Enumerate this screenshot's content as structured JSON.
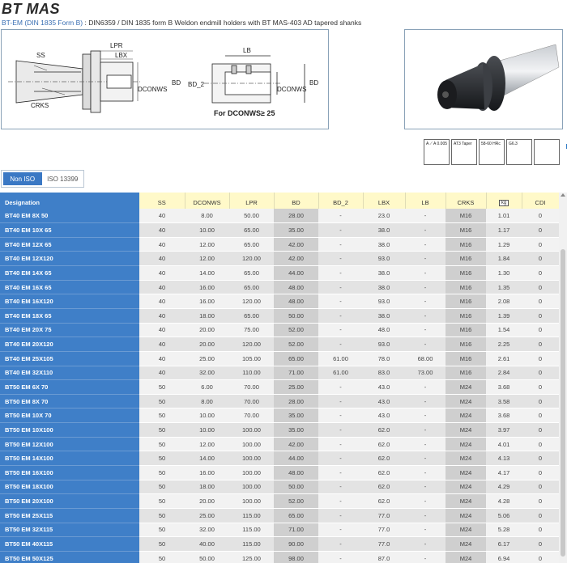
{
  "header": {
    "title": "BT MAS",
    "subtitle_code": "BT-EM (DIN 1835 Form B)",
    "subtitle_sep": " : ",
    "subtitle_desc": "DIN6359 / DIN 1835 form B Weldon endmill holders with BT MAS-403 AD tapered shanks"
  },
  "drawing": {
    "labels": {
      "ss": "SS",
      "lpr": "LPR",
      "lbx": "LBX",
      "bd": "BD",
      "dconws": "DCONWS",
      "crks": "CRKS",
      "lb": "LB",
      "bd2": "BD_2",
      "dconws2": "DCONWS",
      "bd3": "BD"
    },
    "note": "For DCONWS≥ 25"
  },
  "features": {
    "icons": [
      {
        "name": "runout-icon",
        "text": "A ⟋ A 0.005"
      },
      {
        "name": "taper-icon",
        "text": "AT3 Taper"
      },
      {
        "name": "hardness-icon",
        "text": "58-60 HRc"
      },
      {
        "name": "balance-icon",
        "text": "G6.3"
      },
      {
        "name": "clamping-icon",
        "text": ""
      },
      {
        "name": "coolant-icon",
        "text": ""
      }
    ]
  },
  "tabs": {
    "non_iso": "Non ISO",
    "iso": "ISO 13399"
  },
  "table": {
    "headers": [
      "Designation",
      "SS",
      "DCONWS",
      "LPR",
      "BD",
      "BD_2",
      "LBX",
      "LB",
      "CRKS",
      "kg",
      "CDI"
    ],
    "rows": [
      [
        "BT40 EM 8X 50",
        "40",
        "8.00",
        "50.00",
        "28.00",
        "-",
        "23.0",
        "-",
        "M16",
        "1.01",
        "0"
      ],
      [
        "BT40 EM 10X 65",
        "40",
        "10.00",
        "65.00",
        "35.00",
        "-",
        "38.0",
        "-",
        "M16",
        "1.17",
        "0"
      ],
      [
        "BT40 EM 12X 65",
        "40",
        "12.00",
        "65.00",
        "42.00",
        "-",
        "38.0",
        "-",
        "M16",
        "1.29",
        "0"
      ],
      [
        "BT40 EM 12X120",
        "40",
        "12.00",
        "120.00",
        "42.00",
        "-",
        "93.0",
        "-",
        "M16",
        "1.84",
        "0"
      ],
      [
        "BT40 EM 14X 65",
        "40",
        "14.00",
        "65.00",
        "44.00",
        "-",
        "38.0",
        "-",
        "M16",
        "1.30",
        "0"
      ],
      [
        "BT40 EM 16X 65",
        "40",
        "16.00",
        "65.00",
        "48.00",
        "-",
        "38.0",
        "-",
        "M16",
        "1.35",
        "0"
      ],
      [
        "BT40 EM 16X120",
        "40",
        "16.00",
        "120.00",
        "48.00",
        "-",
        "93.0",
        "-",
        "M16",
        "2.08",
        "0"
      ],
      [
        "BT40 EM 18X 65",
        "40",
        "18.00",
        "65.00",
        "50.00",
        "-",
        "38.0",
        "-",
        "M16",
        "1.39",
        "0"
      ],
      [
        "BT40 EM 20X 75",
        "40",
        "20.00",
        "75.00",
        "52.00",
        "-",
        "48.0",
        "-",
        "M16",
        "1.54",
        "0"
      ],
      [
        "BT40 EM 20X120",
        "40",
        "20.00",
        "120.00",
        "52.00",
        "-",
        "93.0",
        "-",
        "M16",
        "2.25",
        "0"
      ],
      [
        "BT40 EM 25X105",
        "40",
        "25.00",
        "105.00",
        "65.00",
        "61.00",
        "78.0",
        "68.00",
        "M16",
        "2.61",
        "0"
      ],
      [
        "BT40 EM 32X110",
        "40",
        "32.00",
        "110.00",
        "71.00",
        "61.00",
        "83.0",
        "73.00",
        "M16",
        "2.84",
        "0"
      ],
      [
        "BT50 EM 6X 70",
        "50",
        "6.00",
        "70.00",
        "25.00",
        "-",
        "43.0",
        "-",
        "M24",
        "3.68",
        "0"
      ],
      [
        "BT50 EM 8X 70",
        "50",
        "8.00",
        "70.00",
        "28.00",
        "-",
        "43.0",
        "-",
        "M24",
        "3.58",
        "0"
      ],
      [
        "BT50 EM 10X 70",
        "50",
        "10.00",
        "70.00",
        "35.00",
        "-",
        "43.0",
        "-",
        "M24",
        "3.68",
        "0"
      ],
      [
        "BT50 EM 10X100",
        "50",
        "10.00",
        "100.00",
        "35.00",
        "-",
        "62.0",
        "-",
        "M24",
        "3.97",
        "0"
      ],
      [
        "BT50 EM 12X100",
        "50",
        "12.00",
        "100.00",
        "42.00",
        "-",
        "62.0",
        "-",
        "M24",
        "4.01",
        "0"
      ],
      [
        "BT50 EM 14X100",
        "50",
        "14.00",
        "100.00",
        "44.00",
        "-",
        "62.0",
        "-",
        "M24",
        "4.13",
        "0"
      ],
      [
        "BT50 EM 16X100",
        "50",
        "16.00",
        "100.00",
        "48.00",
        "-",
        "62.0",
        "-",
        "M24",
        "4.17",
        "0"
      ],
      [
        "BT50 EM 18X100",
        "50",
        "18.00",
        "100.00",
        "50.00",
        "-",
        "62.0",
        "-",
        "M24",
        "4.29",
        "0"
      ],
      [
        "BT50 EM 20X100",
        "50",
        "20.00",
        "100.00",
        "52.00",
        "-",
        "62.0",
        "-",
        "M24",
        "4.28",
        "0"
      ],
      [
        "BT50 EM 25X115",
        "50",
        "25.00",
        "115.00",
        "65.00",
        "-",
        "77.0",
        "-",
        "M24",
        "5.06",
        "0"
      ],
      [
        "BT50 EM 32X115",
        "50",
        "32.00",
        "115.00",
        "71.00",
        "-",
        "77.0",
        "-",
        "M24",
        "5.28",
        "0"
      ],
      [
        "BT50 EM 40X115",
        "50",
        "40.00",
        "115.00",
        "90.00",
        "-",
        "77.0",
        "-",
        "M24",
        "6.17",
        "0"
      ],
      [
        "BT50 EM 50X125",
        "50",
        "50.00",
        "125.00",
        "98.00",
        "-",
        "87.0",
        "-",
        "M24",
        "6.94",
        "0"
      ]
    ]
  },
  "colors": {
    "accent": "#3f7fc8",
    "header_bg": "#fff9c9"
  }
}
